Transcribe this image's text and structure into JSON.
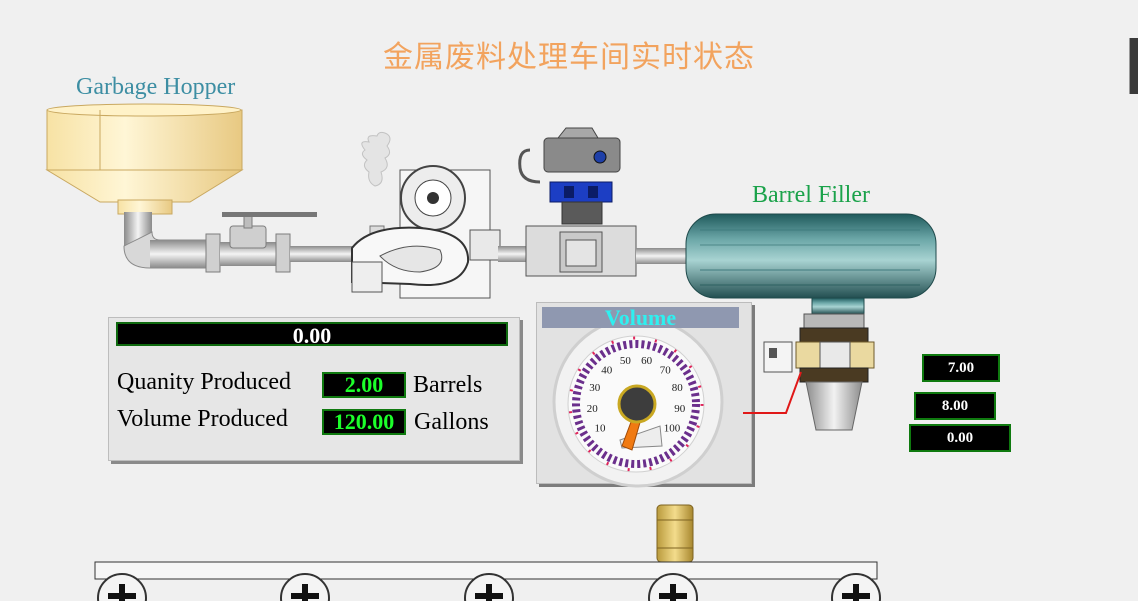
{
  "title": "金属废料处理车间实时状态",
  "labels": {
    "hopper": "Garbage Hopper",
    "filler": "Barrel Filler"
  },
  "panel": {
    "total_display": "0.00",
    "rows": [
      {
        "label": "Quanity Produced",
        "value": "2.00",
        "unit": "Barrels"
      },
      {
        "label": "Volume Produced",
        "value": "120.00",
        "unit": "Gallons"
      }
    ]
  },
  "gauge": {
    "title": "Volume",
    "ticks": [
      "10",
      "20",
      "30",
      "40",
      "50",
      "60",
      "70",
      "80",
      "90",
      "100"
    ],
    "needle_value": 3
  },
  "side_readouts": [
    "7.00",
    "8.00",
    "0.00"
  ],
  "colors": {
    "title": "#f2a35e",
    "hopper_label": "#3d8ea3",
    "filler_label": "#1aa24a",
    "lcd_green": "#1cff2a",
    "gauge_title": "#2ef0f0"
  },
  "icons": [
    "hopper-icon",
    "valve-icon",
    "pump-icon",
    "actuator-valve-icon",
    "tank-icon",
    "barrel-icon",
    "conveyor-roller-icon"
  ]
}
